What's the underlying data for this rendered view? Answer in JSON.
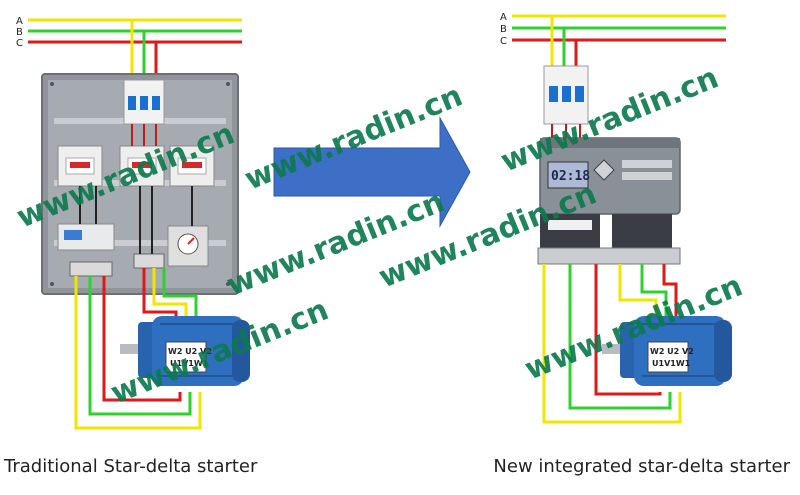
{
  "phases": [
    "A",
    "B",
    "C"
  ],
  "motor_terminals": {
    "row1": "W2 U2 V2",
    "row2": "U1V1W1"
  },
  "display_value": "02:18",
  "watermark_text": "www.radin.cn",
  "captions": {
    "left": "Traditional Star-delta starter",
    "right": "New integrated star-delta starter"
  },
  "colors": {
    "phase_a": "#f2e500",
    "phase_b": "#2fd12f",
    "phase_c": "#e01818",
    "arrow": "#3e6fc6",
    "watermark": "#0d7a4e",
    "motor": "#2f6fc0"
  }
}
